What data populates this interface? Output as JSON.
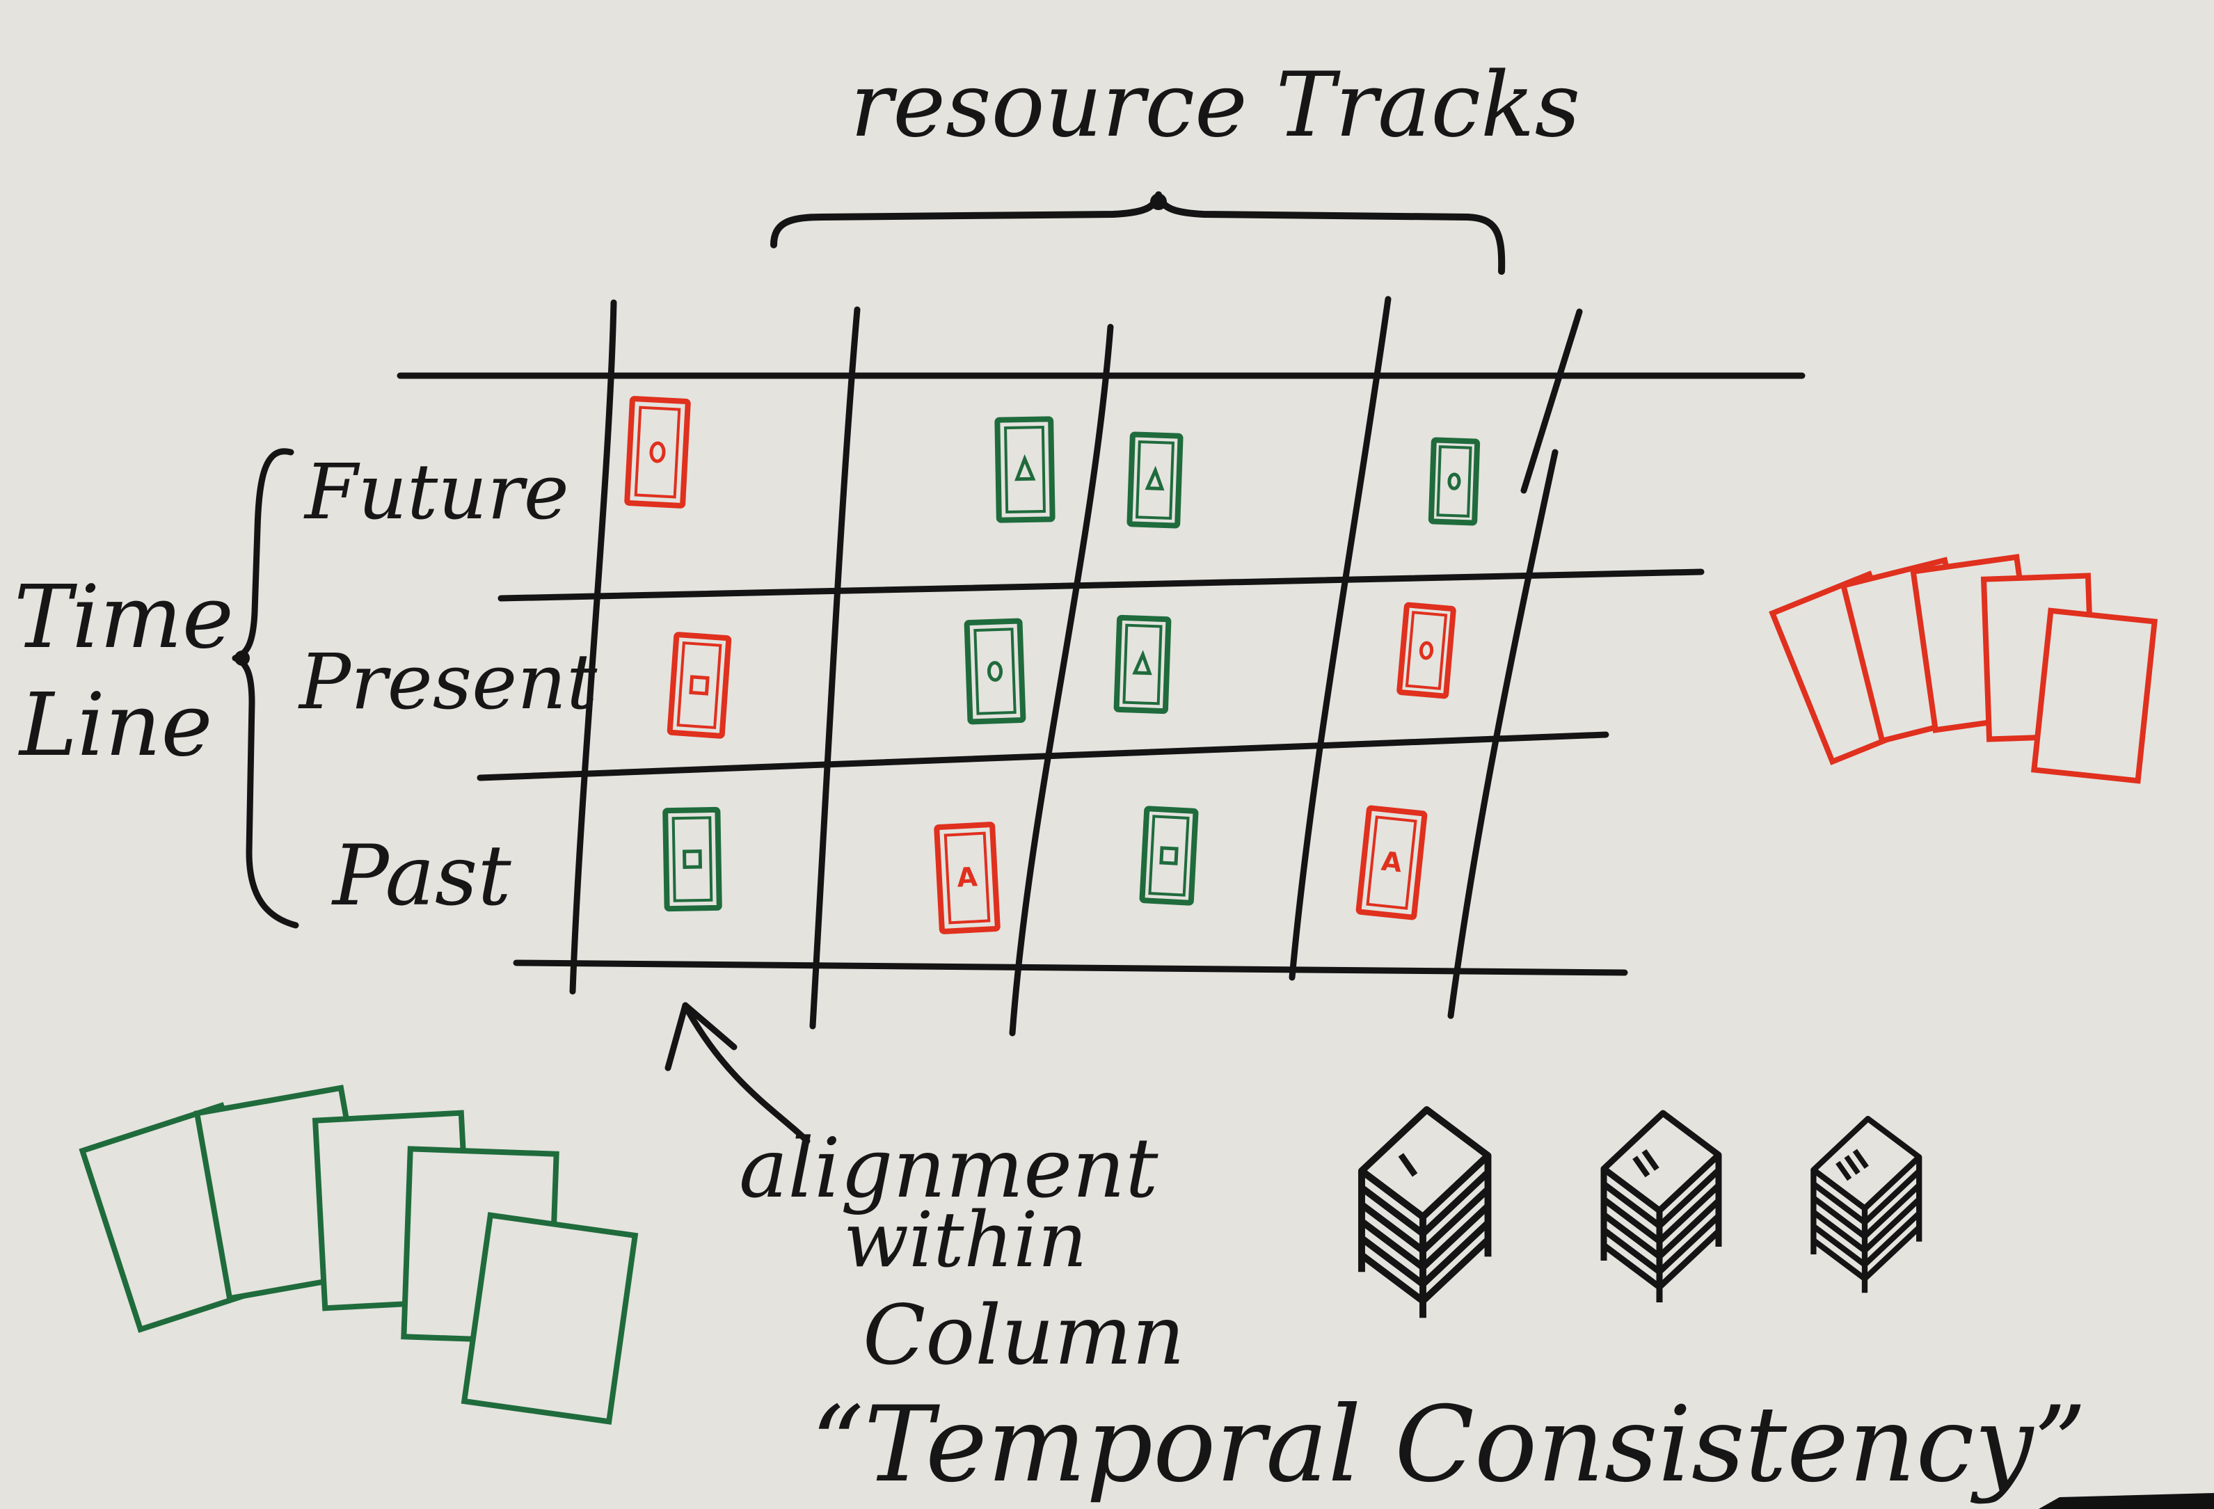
{
  "labels": {
    "resource_title": "resource Tracks",
    "timeline_line1": "Time",
    "timeline_line2": "Line",
    "row_future": "Future",
    "row_present": "Present",
    "row_past": "Past",
    "alignment_line1": "alignment",
    "alignment_line2": "within",
    "alignment_line3": "Column",
    "temporal": "“Temporal Consistency”"
  },
  "colors": {
    "ink": "#141414",
    "green": "#1f6b3c",
    "red": "#e0301e",
    "paper": "#e4e3de"
  },
  "grid_cards": [
    {
      "row": "future",
      "track": 1,
      "color": "red",
      "symbol": "circle"
    },
    {
      "row": "future",
      "track": 2,
      "color": "green",
      "symbol": "triangle"
    },
    {
      "row": "future",
      "track": 3,
      "color": "green",
      "symbol": "triangle"
    },
    {
      "row": "future",
      "track": 4,
      "color": "green",
      "symbol": "circle"
    },
    {
      "row": "present",
      "track": 1,
      "color": "red",
      "symbol": "square"
    },
    {
      "row": "present",
      "track": 2,
      "color": "green",
      "symbol": "circle"
    },
    {
      "row": "present",
      "track": 3,
      "color": "green",
      "symbol": "triangle"
    },
    {
      "row": "present",
      "track": 4,
      "color": "red",
      "symbol": "circle"
    },
    {
      "row": "past",
      "track": 1,
      "color": "green",
      "symbol": "square"
    },
    {
      "row": "past",
      "track": 2,
      "color": "red",
      "symbol": "A"
    },
    {
      "row": "past",
      "track": 3,
      "color": "green",
      "symbol": "square"
    },
    {
      "row": "past",
      "track": 4,
      "color": "red",
      "symbol": "A"
    }
  ],
  "side_decks": [
    {
      "name": "red-card-fan",
      "color": "red",
      "count": 5
    },
    {
      "name": "green-card-fan",
      "color": "green",
      "count": 5
    }
  ],
  "stacks": [
    {
      "mark": "I"
    },
    {
      "mark": "II"
    },
    {
      "mark": "III"
    }
  ]
}
